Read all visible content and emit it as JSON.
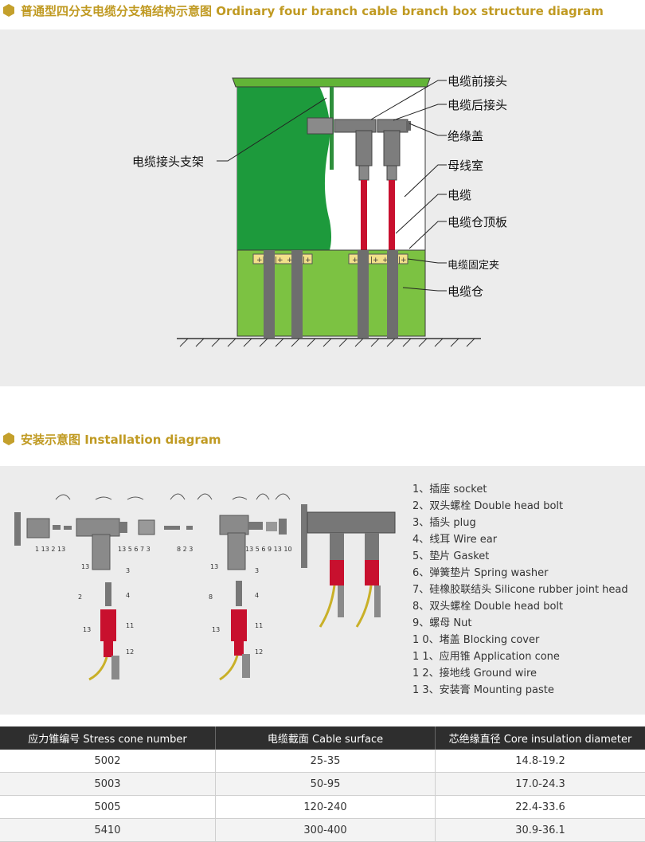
{
  "header1": {
    "title": "普通型四分支电缆分支箱结构示意图 Ordinary four branch cable branch box structure diagram"
  },
  "structure_labels": [
    "电缆前接头",
    "电缆后接头",
    "绝缘盖",
    "母线室",
    "电缆",
    "电缆仓顶板",
    "电缆固定夹",
    "电缆仓",
    "电缆接头支架"
  ],
  "header2": {
    "title": "安装示意图 Installation diagram"
  },
  "callouts_left": [
    "1",
    "13",
    "2",
    "13",
    "13",
    "5",
    "6",
    "7",
    "3",
    "8",
    "2",
    "3",
    "13",
    "3",
    "4",
    "11",
    "13",
    "12",
    "2"
  ],
  "callouts_right": [
    "13",
    "5",
    "6",
    "9",
    "13",
    "10",
    "13",
    "3",
    "4",
    "11",
    "13",
    "12",
    "8"
  ],
  "legend": [
    "1、插座 socket",
    "2、双头螺栓 Double head bolt",
    "3、插头 plug",
    "4、线耳  Wire ear",
    "5、垫片  Gasket",
    "6、弹簧垫片 Spring washer",
    "7、硅橡胶联结头  Silicone rubber joint head",
    "8、双头螺栓 Double head bolt",
    "9、螺母 Nut",
    "1 0、堵盖  Blocking cover",
    "1 1、应用锥 Application cone",
    "1 2、接地线 Ground wire",
    "1 3、安装膏 Mounting paste"
  ],
  "table": {
    "headers": [
      "应力锥编号 Stress cone number",
      "电缆截面 Cable surface",
      "芯绝缘直径 Core insulation diameter"
    ],
    "rows": [
      [
        "5002",
        "25-35",
        "14.8-19.2"
      ],
      [
        "5003",
        "50-95",
        "17.0-24.3"
      ],
      [
        "5005",
        "120-240",
        "22.4-33.6"
      ],
      [
        "5410",
        "300-400",
        "30.9-36.1"
      ]
    ]
  },
  "colors": {
    "accent": "#c09a22",
    "box_green": "#1d9a3c",
    "cabin_green": "#7cc242",
    "cable_red": "#c8102e",
    "clamp_yellow": "#f2e08a"
  }
}
